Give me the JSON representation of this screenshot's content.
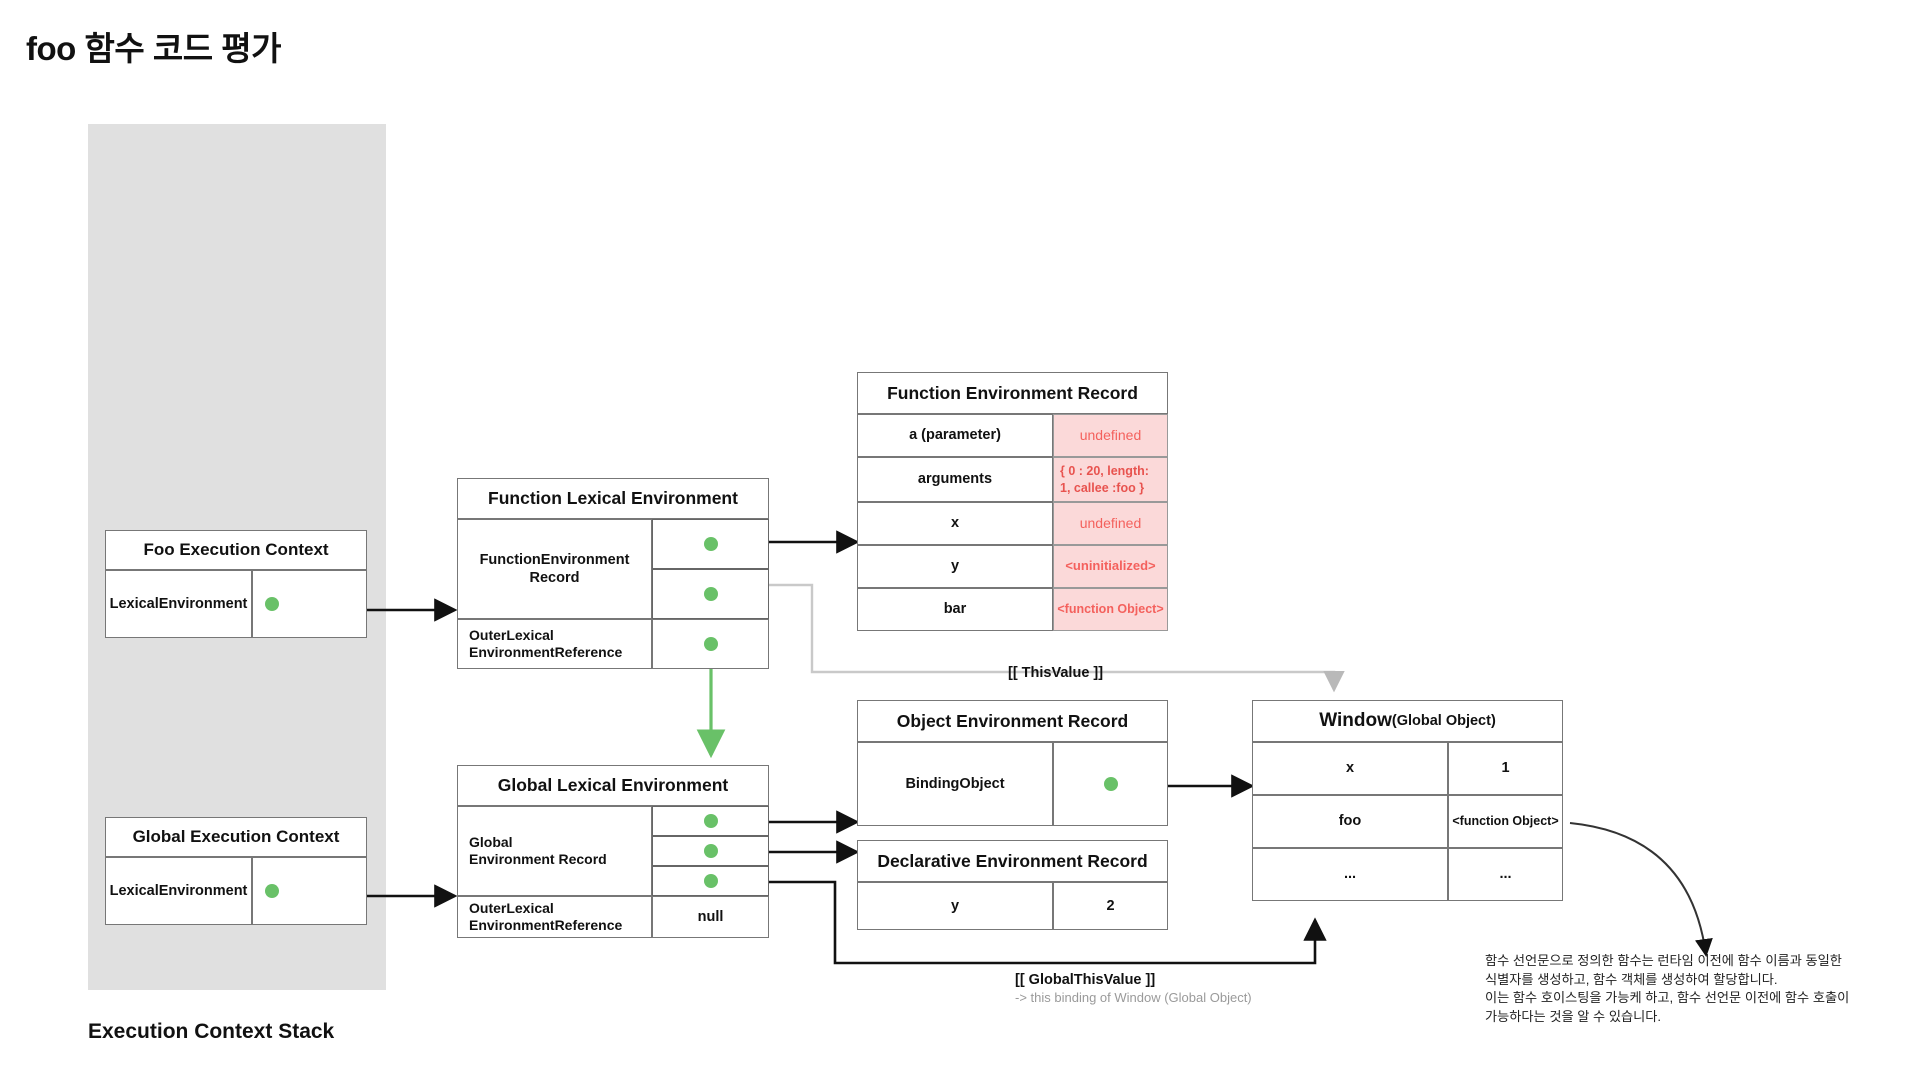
{
  "page": {
    "title": "foo 함수 코드 평가",
    "stack_caption": "Execution Context Stack"
  },
  "execution_contexts": [
    {
      "name": "foo-execution-context",
      "header": "Foo Execution Context",
      "field_label": "LexicalEnvironment",
      "pointer": "green-dot"
    },
    {
      "name": "global-execution-context",
      "header": "Global Execution Context",
      "field_label": "LexicalEnvironment",
      "pointer": "green-dot"
    }
  ],
  "function_lexical_environment": {
    "header": "Function Lexical Environment",
    "record_label": "FunctionEnvironment Record",
    "record_label_line1": "FunctionEnvironment",
    "record_label_line2": "Record",
    "outer_label_line1": "OuterLexical",
    "outer_label_line2": "EnvironmentReference",
    "pointers": [
      "green-dot",
      "green-dot",
      "green-dot"
    ]
  },
  "global_lexical_environment": {
    "header": "Global Lexical Environment",
    "record_label_line1": "Global",
    "record_label_line2": "Environment Record",
    "outer_label_line1": "OuterLexical",
    "outer_label_line2": "EnvironmentReference",
    "outer_value": "null",
    "pointers": [
      "green-dot",
      "green-dot",
      "green-dot"
    ]
  },
  "function_environment_record": {
    "header": "Function Environment Record",
    "rows": [
      {
        "key": "a (parameter)",
        "value": "undefined",
        "style": "pink"
      },
      {
        "key": "arguments",
        "value": "{ 0 : 20, length: 1, callee :foo }",
        "style": "pink-small"
      },
      {
        "key": "x",
        "value": "undefined",
        "style": "pink"
      },
      {
        "key": "y",
        "value": "<uninitialized>",
        "style": "pink"
      },
      {
        "key": "bar",
        "value": "<function Object>",
        "style": "pink"
      }
    ]
  },
  "object_environment_record": {
    "header": "Object Environment Record",
    "field_label": "BindingObject",
    "pointer": "green-dot"
  },
  "declarative_environment_record": {
    "header": "Declarative Environment Record",
    "rows": [
      {
        "key": "y",
        "value": "2"
      }
    ]
  },
  "window_global_object": {
    "header_main": "Window",
    "header_sub": "(Global Object)",
    "rows": [
      {
        "key": "x",
        "value": "1"
      },
      {
        "key": "foo",
        "value": "<function Object>"
      },
      {
        "key": "...",
        "value": "..."
      }
    ]
  },
  "connectors": {
    "this_value": "[[ ThisValue ]]",
    "global_this_value": "[[ GlobalThisValue ]]",
    "global_this_value_sub": "-> this binding of Window (Global Object)"
  },
  "note": {
    "line1": "함수 선언문으로 정의한 함수는 런타임 이전에 함수 이름과 동일한",
    "line2": "식별자를 생성하고, 함수 객체를 생성하여 할당합니다.",
    "line3": "이는 함수 호이스팅을 가능케 하고, 함수 선언문 이전에 함수 호출이",
    "line4": "가능하다는 것을 알 수 있습니다."
  },
  "colors": {
    "pointer_green": "#69c168",
    "pink_bg": "#fbd9d9",
    "pink_text": "#f4615d",
    "stack_bg": "#e0e0e0",
    "border": "#777777"
  }
}
